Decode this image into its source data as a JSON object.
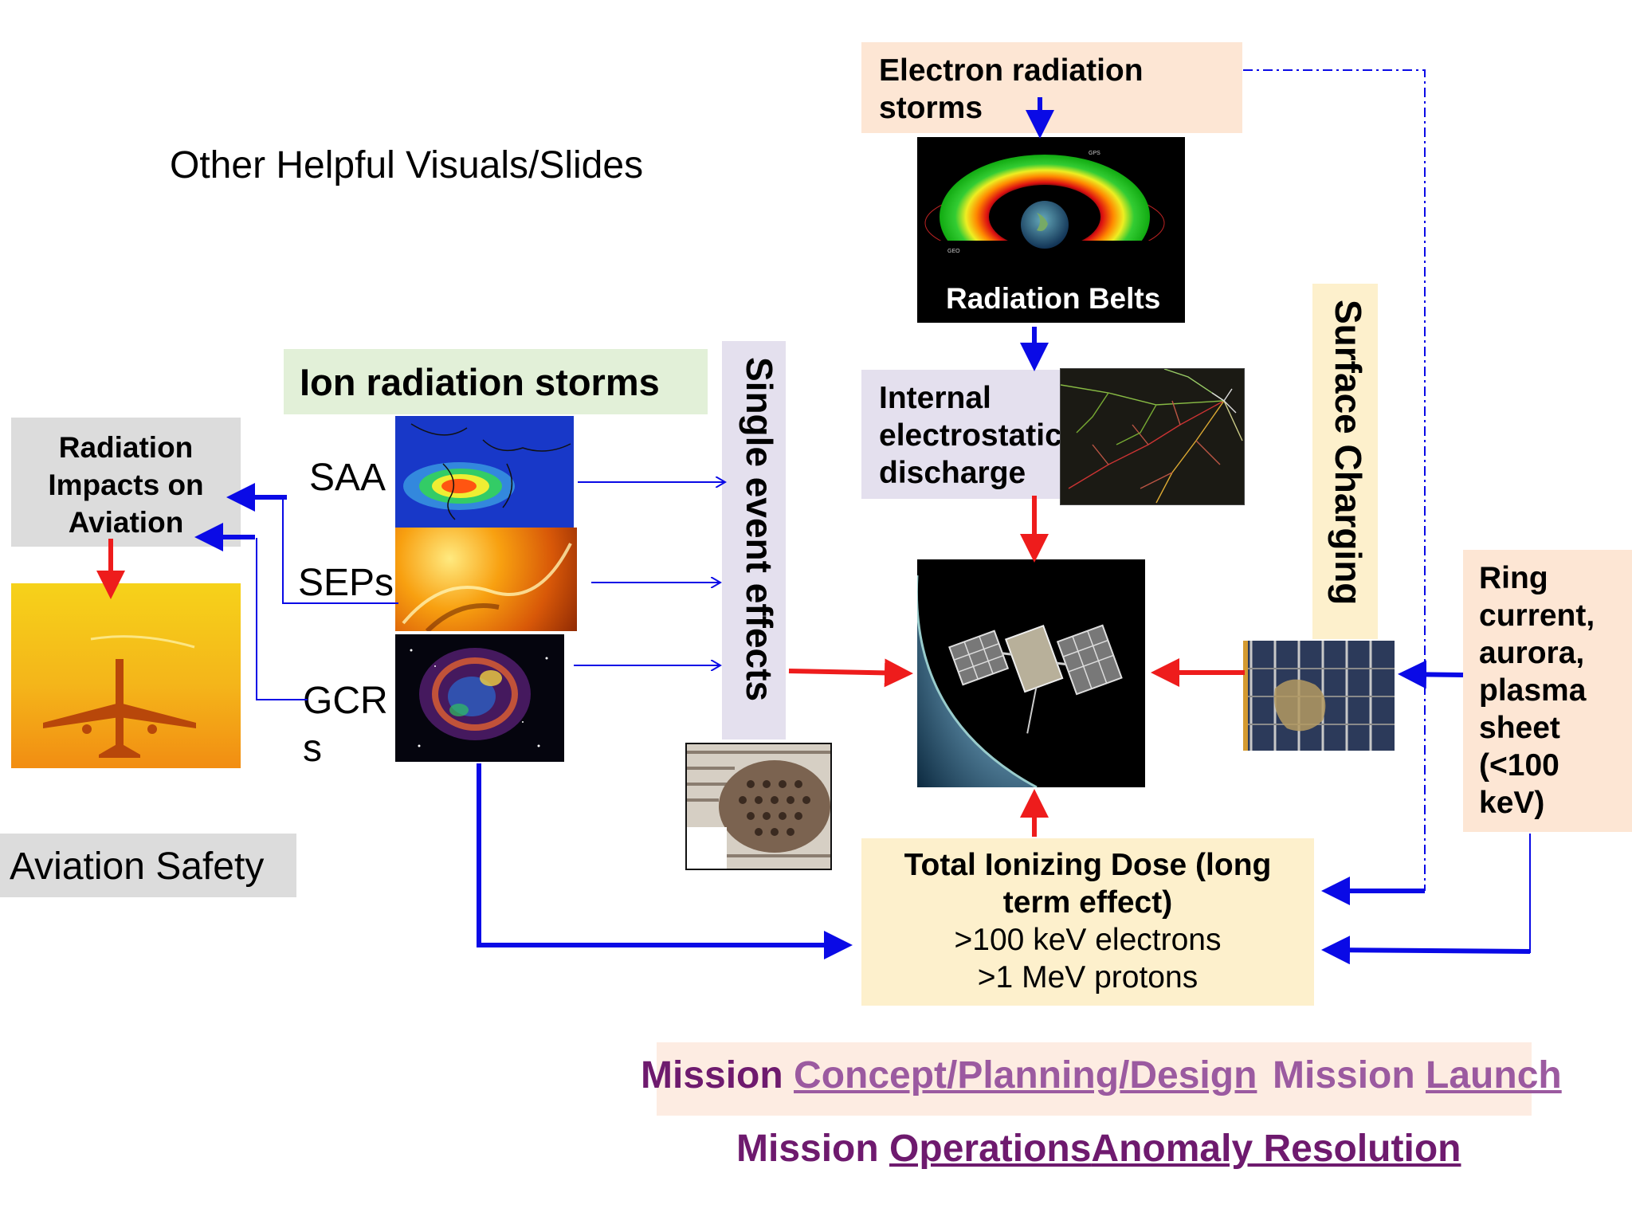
{
  "title": "Other Helpful Visuals/Slides",
  "electron_storms": "Electron radiation storms",
  "radiation_belts": "Radiation Belts",
  "belt_labels": {
    "gps": "GPS",
    "geo": "GEO"
  },
  "ion_storms": "Ion radiation storms",
  "internal_esd": "Internal electrostatic discharge",
  "surface_charging": "Surface Charging",
  "single_event": "Single event effects",
  "aviation_impacts": "Radiation Impacts on Aviation",
  "aviation_safety": "Aviation Safety",
  "sources": {
    "saa": "SAA",
    "seps": "SEPs",
    "gcrs": "GCR\ns"
  },
  "ring_current": "Ring current, aurora, plasma sheet (<100 keV)",
  "tid": {
    "title": "Total Ionizing Dose (long term effect)",
    "line1": ">100 keV electrons",
    "line2": ">1 MeV protons"
  },
  "links": {
    "mission": "Mission ",
    "concept": "Concept/Planning/Design",
    "mission_launch_a": "Mission ",
    "launch": "Launch",
    "mission_ops_a": "Mission ",
    "operations": "Operations",
    "anomaly": "Anomaly Resolution"
  },
  "colors": {
    "blue_arrow": "#0a0ae6",
    "red_arrow": "#ee1c1c",
    "link_purple": "#6e1a6e",
    "link_light": "#9b5aa0"
  }
}
